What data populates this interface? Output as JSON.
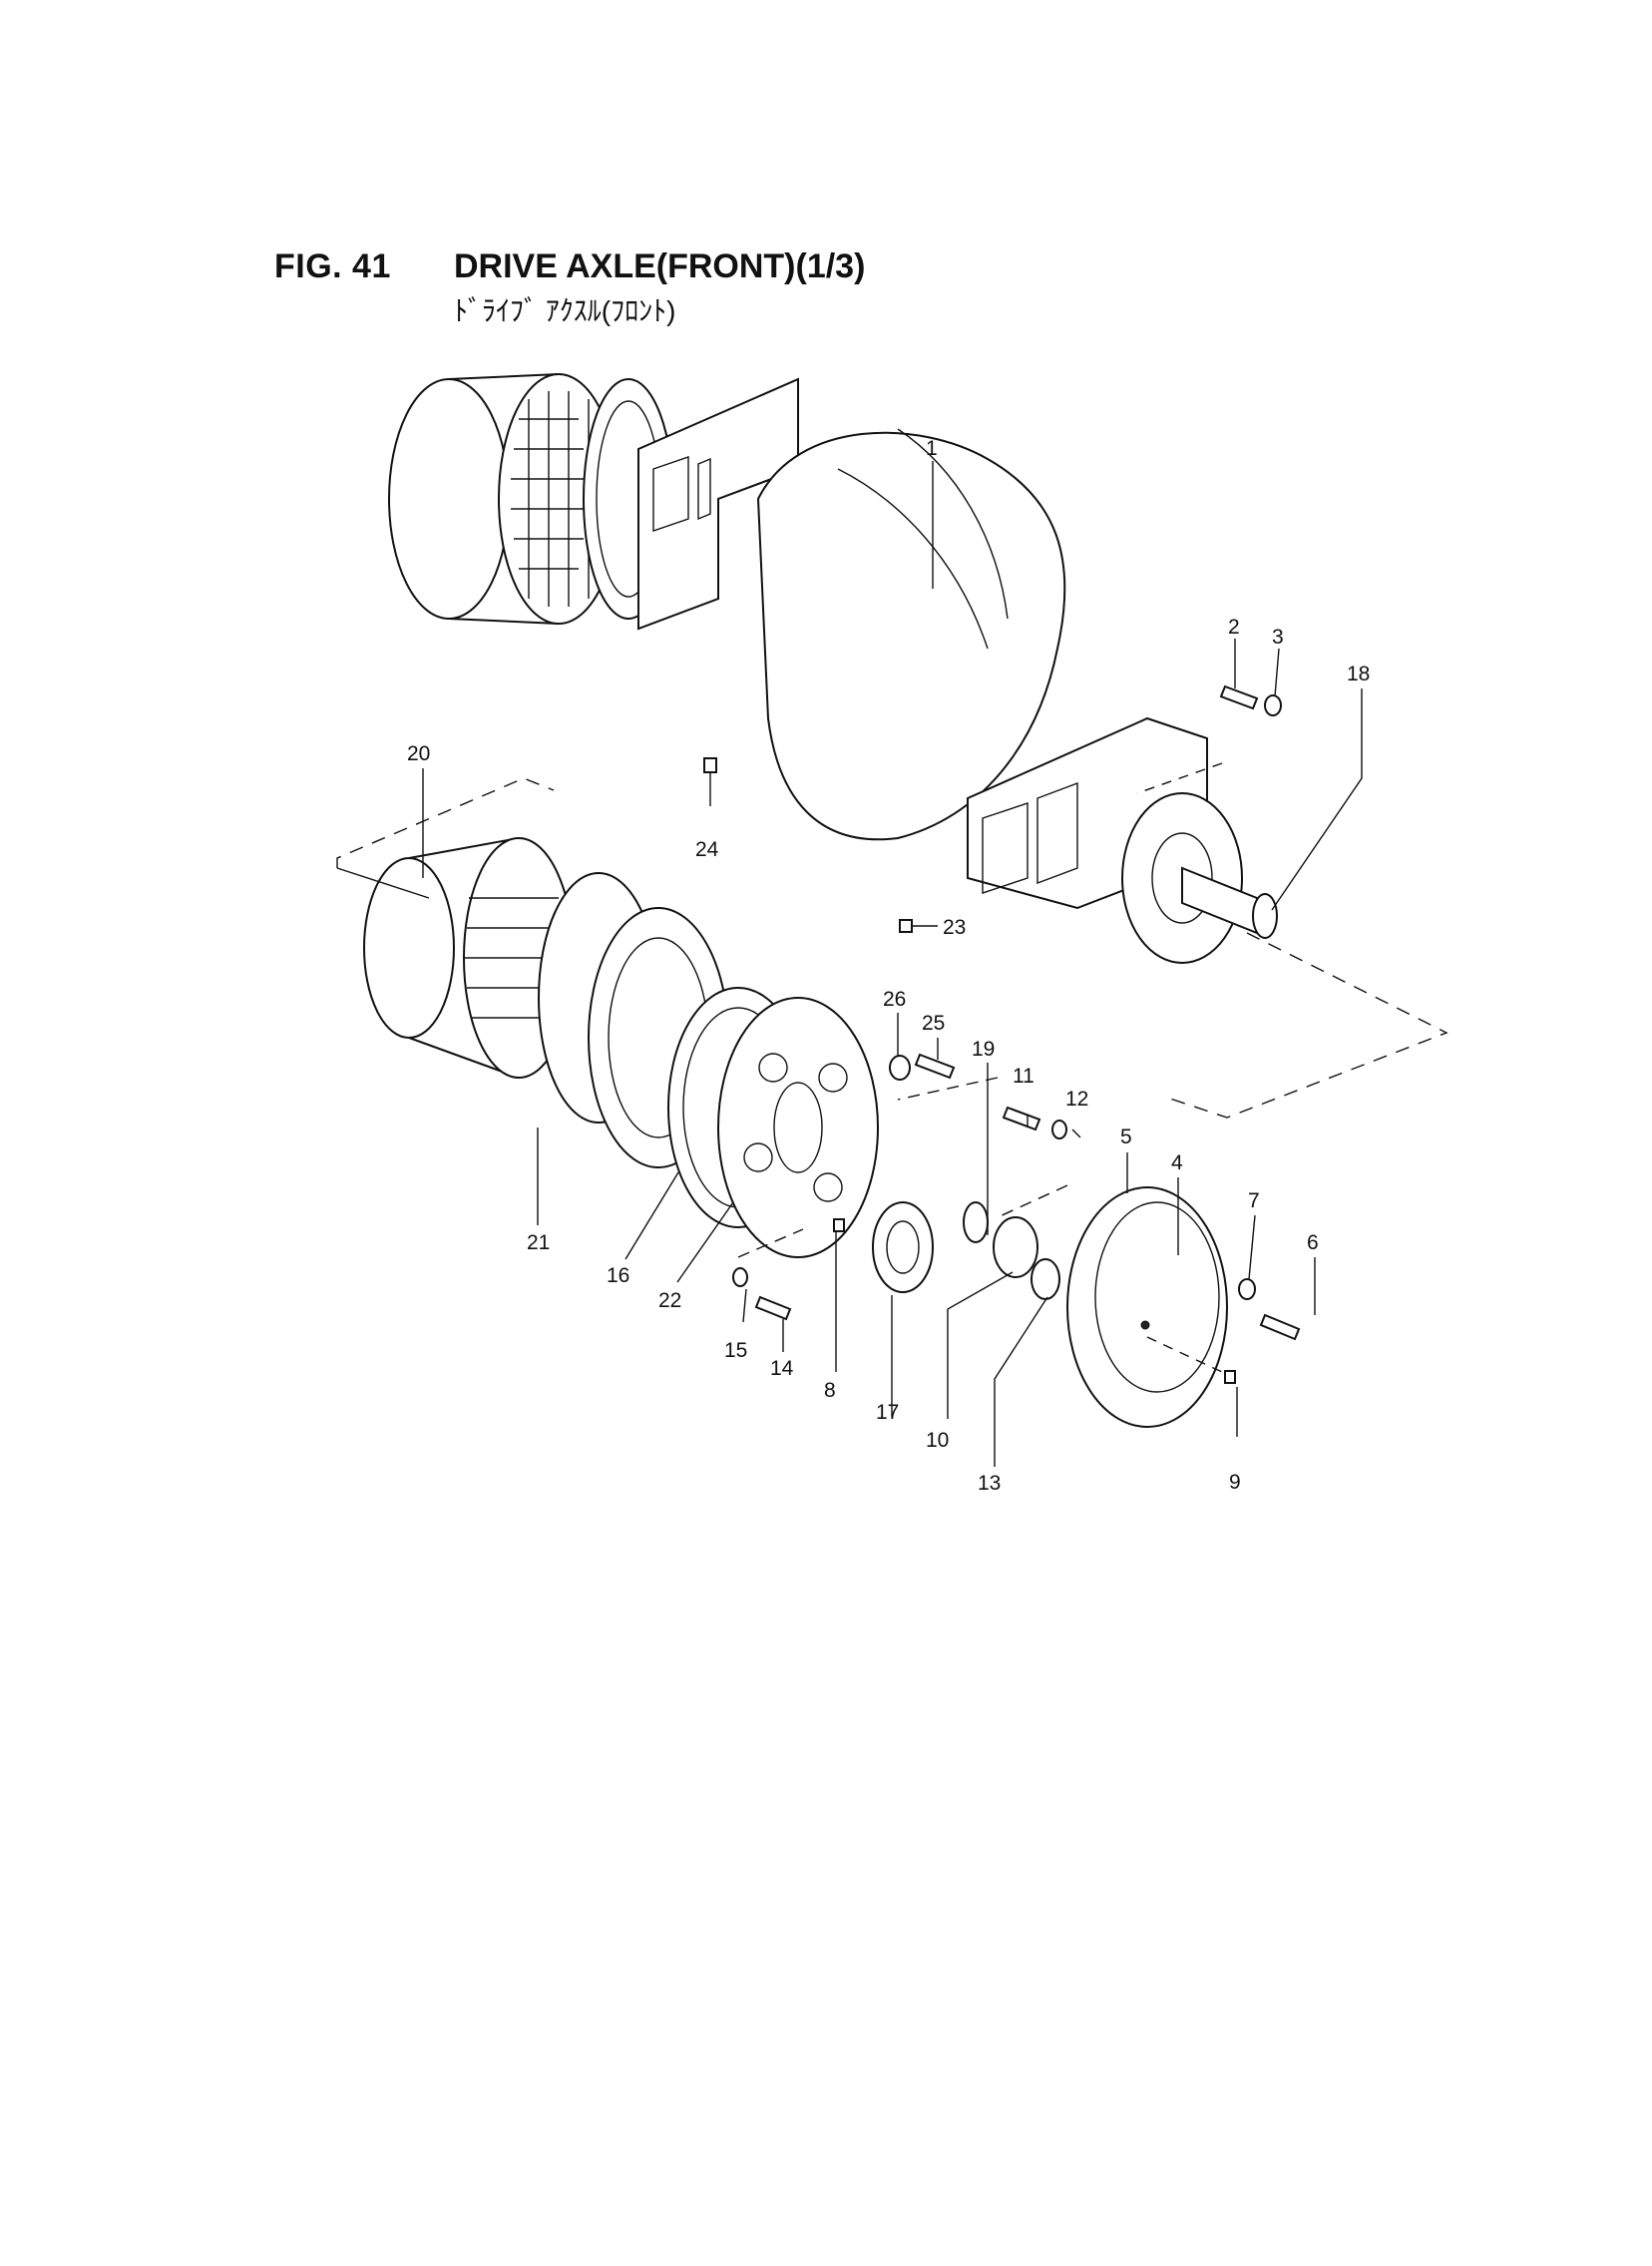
{
  "figure": {
    "number": "FIG. 41",
    "title": "DRIVE AXLE(FRONT)(1/3)",
    "subtitle_jp": "ﾄﾞﾗｲﾌﾞ ｱｸｽﾙ(ﾌﾛﾝﾄ)"
  },
  "callouts": {
    "c1": "1",
    "c2": "2",
    "c3": "3",
    "c4": "4",
    "c5": "5",
    "c6": "6",
    "c7": "7",
    "c8": "8",
    "c9": "9",
    "c10": "10",
    "c11": "11",
    "c12": "12",
    "c13": "13",
    "c14": "14",
    "c15": "15",
    "c16": "16",
    "c17": "17",
    "c18": "18",
    "c19": "19",
    "c20": "20",
    "c21": "21",
    "c22": "22",
    "c23": "23",
    "c24": "24",
    "c25": "25",
    "c26": "26"
  }
}
